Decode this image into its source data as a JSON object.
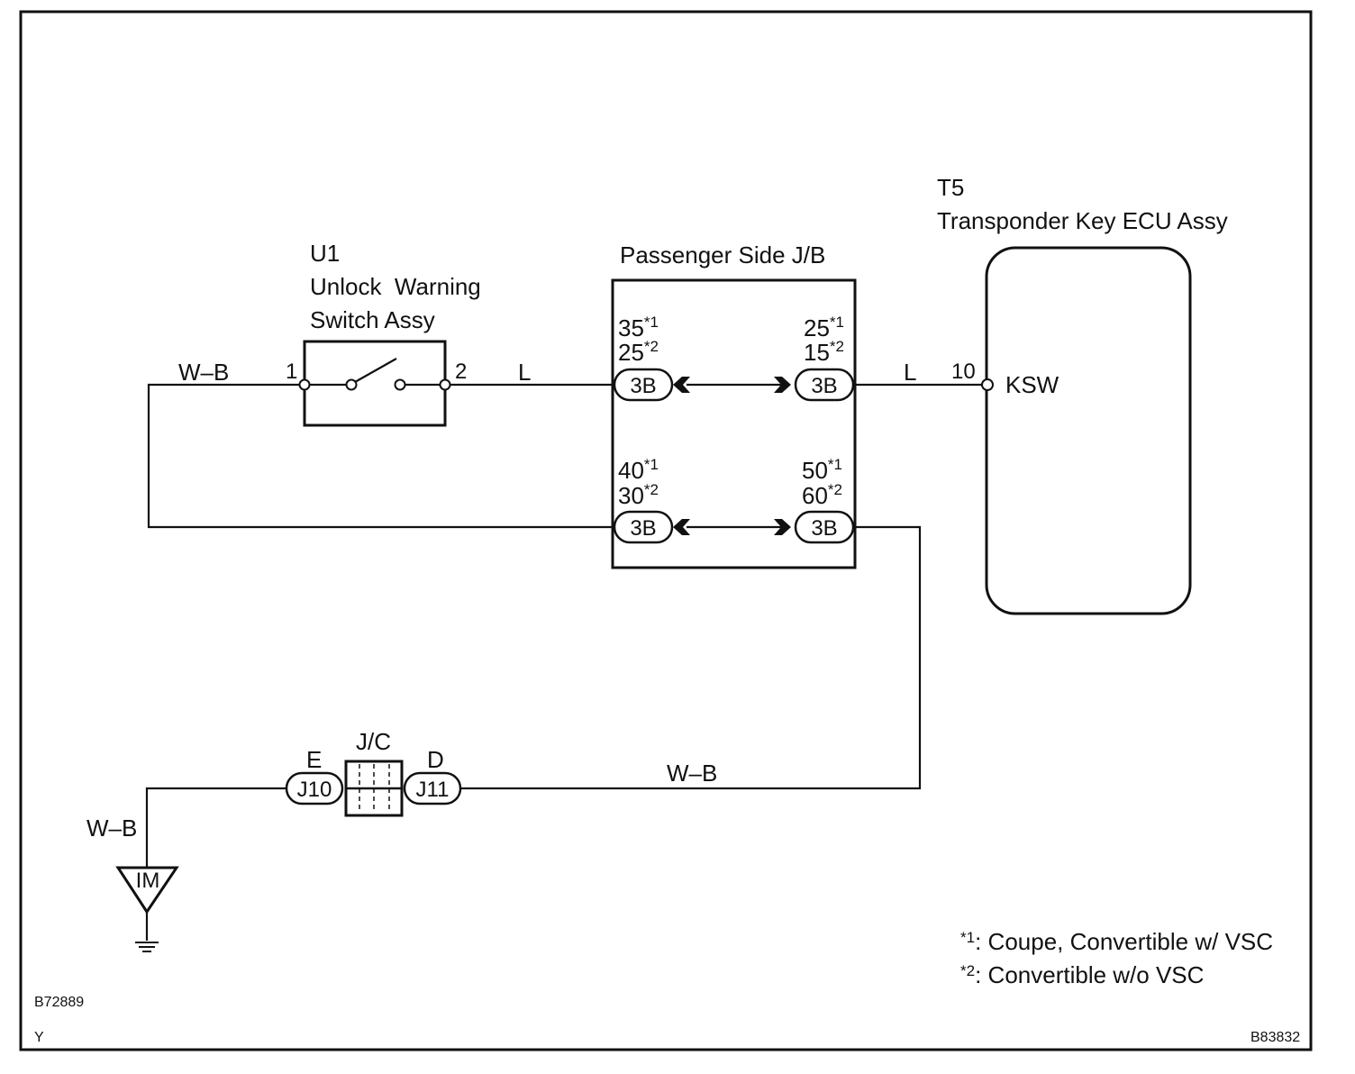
{
  "diagram_id": "B72889",
  "figure_code": "B83832",
  "corner_mark": "Y",
  "components": {
    "unlock_switch": {
      "code": "U1",
      "name_line1": "Unlock  Warning",
      "name_line2": "Switch Assy",
      "pin1": "1",
      "pin2": "2"
    },
    "junction_block": {
      "name": "Passenger Side J/B",
      "upper_left": {
        "pin_a": "35",
        "sup_a": "*1",
        "pin_b": "25",
        "sup_b": "*2",
        "connector": "3B"
      },
      "upper_right": {
        "pin_a": "25",
        "sup_a": "*1",
        "pin_b": "15",
        "sup_b": "*2",
        "connector": "3B"
      },
      "lower_left": {
        "pin_a": "40",
        "sup_a": "*1",
        "pin_b": "30",
        "sup_b": "*2",
        "connector": "3B"
      },
      "lower_right": {
        "pin_a": "50",
        "sup_a": "*1",
        "pin_b": "60",
        "sup_b": "*2",
        "connector": "3B"
      }
    },
    "ecu": {
      "code": "T5",
      "name": "Transponder Key ECU Assy",
      "pin": "10",
      "terminal": "KSW"
    },
    "junction_connector": {
      "name": "J/C",
      "left_pin": "E",
      "right_pin": "D",
      "left_connector": "J10",
      "right_connector": "J11"
    },
    "ground": {
      "label": "IM"
    }
  },
  "wires": {
    "sw_left": "W–B",
    "sw_right": "L",
    "ecu_in": "L",
    "jc_right": "W–B",
    "ground_wire": "W–B"
  },
  "notes": {
    "note1_mark": "*",
    "note1_sup": "1",
    "note1_text": ": Coupe, Convertible w/ VSC",
    "note2_mark": "*",
    "note2_sup": "2",
    "note2_text": ": Convertible w/o VSC"
  }
}
